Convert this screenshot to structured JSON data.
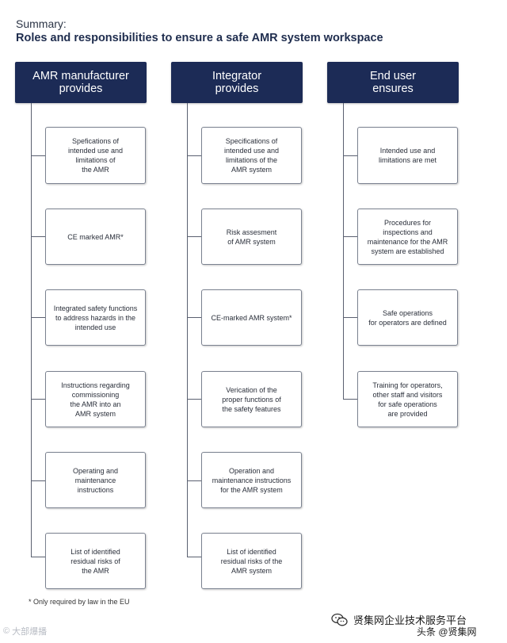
{
  "title": {
    "line1": "Summary:",
    "line2": "Roles and responsibilities to ensure a safe AMR system workspace"
  },
  "columns": [
    {
      "header": "AMR manufacturer\nprovides",
      "items": [
        "Spefications of\nintended use and\nlimitations of\nthe AMR",
        "CE marked AMR*",
        "Integrated safety functions\nto address hazards in the\nintended use",
        "Instructions regarding\ncommissioning\nthe AMR into an\nAMR system",
        "Operating and\nmaintenance\ninstructions",
        "List of identified\nresidual risks of\nthe AMR"
      ]
    },
    {
      "header": "Integrator\nprovides",
      "items": [
        "Specifications of\nintended use and\nlimitations of the\nAMR system",
        "Risk assesment\nof AMR system",
        "CE-marked AMR system*",
        "Verication of the\nproper functions of\nthe safety features",
        "Operation and\nmaintenance instructions\nfor the AMR system",
        "List of identified\nresidual risks of the\nAMR system"
      ]
    },
    {
      "header": "End user\nensures",
      "items": [
        "Intended use and\nlimitations are met",
        "Procedures for\ninspections and\nmaintenance for the AMR\nsystem are established",
        "Safe operations\nfor operators are defined",
        "Training for operators,\nother staff and visitors\nfor safe operations\nare provided"
      ]
    }
  ],
  "footnote": "* Only required by law in the EU",
  "watermarks": {
    "left": "大部爆播",
    "right_top": "贤集网企业技术服务平台",
    "right_bottom": "头条 @贤集网"
  }
}
